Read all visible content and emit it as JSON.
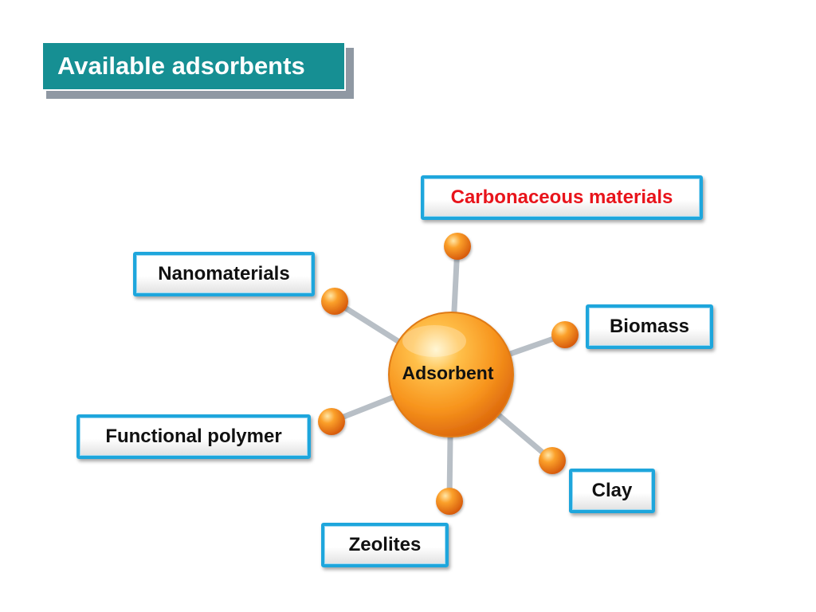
{
  "title": "Available adsorbents",
  "center": "Adsorbent",
  "nodes": [
    {
      "id": "carbonaceous",
      "label": "Carbonaceous materials",
      "highlight": true
    },
    {
      "id": "nanomaterials",
      "label": "Nanomaterials",
      "highlight": false
    },
    {
      "id": "biomass",
      "label": "Biomass",
      "highlight": false
    },
    {
      "id": "functional-polymer",
      "label": "Functional polymer",
      "highlight": false
    },
    {
      "id": "clay",
      "label": "Clay",
      "highlight": false
    },
    {
      "id": "zeolites",
      "label": "Zeolites",
      "highlight": false
    }
  ],
  "colors": {
    "banner": "#168f93",
    "box_border": "#1ea6dc",
    "highlight_text": "#e8141b",
    "hub": "#f7941d",
    "connector": "#b8bfc6"
  }
}
